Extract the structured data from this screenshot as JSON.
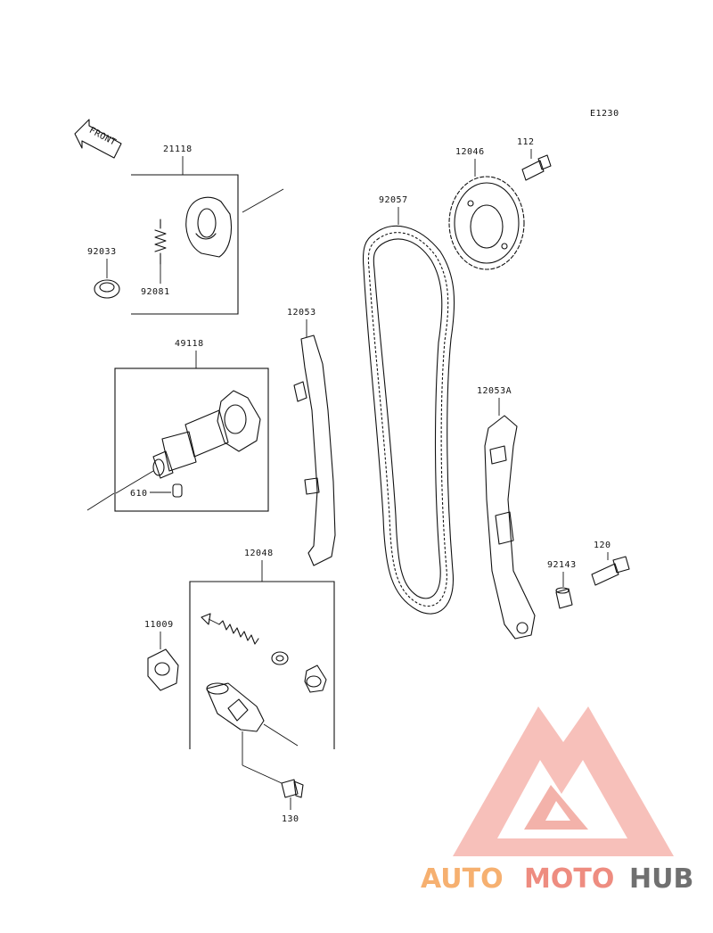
{
  "diagram": {
    "code": "E1230",
    "front_label": "FRONT",
    "parts": {
      "p21118": "21118",
      "p92033": "92033",
      "p92081": "92081",
      "p49118": "49118",
      "p610": "610",
      "p12053": "12053",
      "p92057": "92057",
      "p12046": "12046",
      "p112": "112",
      "p12053A": "12053A",
      "p120": "120",
      "p92143": "92143",
      "p12048": "12048",
      "p11009": "11009",
      "p130": "130"
    }
  },
  "watermark": {
    "brand_part1": "AUTO",
    "brand_part2": "MOTO",
    "brand_part3": "HUB",
    "colors": {
      "orange": "#f6b070",
      "red": "#ee8c80",
      "gray": "#707070"
    }
  }
}
